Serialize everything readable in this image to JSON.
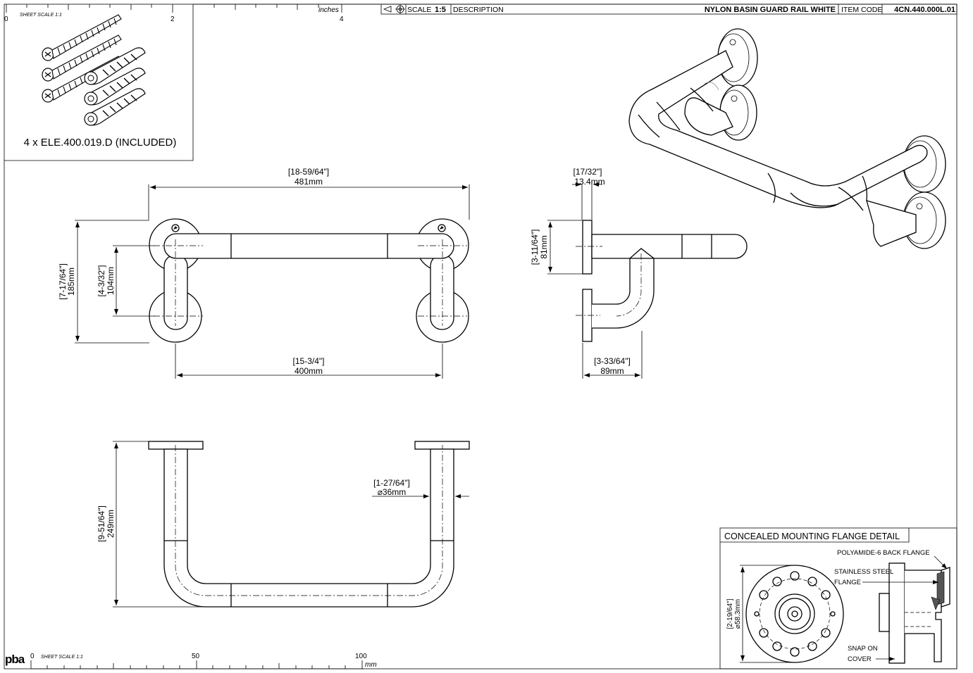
{
  "title_block": {
    "scale_label": "SCALE",
    "scale_value": "1:5",
    "description_label": "DESCRIPTION",
    "description": "NYLON BASIN GUARD RAIL WHITE",
    "item_code_label": "ITEM CODE",
    "item_code": "4CN.440.000L.01"
  },
  "top_ruler": {
    "label": "inches",
    "scale_label": "SHEET SCALE 1:1",
    "ticks": [
      "0",
      "2",
      "4"
    ]
  },
  "bottom_ruler": {
    "label": "mm",
    "scale_label": "SHEET SCALE 1:1",
    "ticks": [
      "0",
      "50",
      "100"
    ]
  },
  "logo_text": "pba",
  "fixings": {
    "caption": "4 x ELE.400.019.D (INCLUDED)"
  },
  "front_view": {
    "overall_width_in": "[18-59/64\"]",
    "overall_width_mm": "481mm",
    "centers_in": "[15-3/4\"]",
    "centers_mm": "400mm",
    "overall_height_in": "[7-17/64\"]",
    "overall_height_mm": "185mm",
    "rail_offset_in": "[4-3/32\"]",
    "rail_offset_mm": "104mm"
  },
  "side_view": {
    "flange_thk_in": "[17/32\"]",
    "flange_thk_mm": "13.4mm",
    "flange_height_in": "[3-11/64\"]",
    "flange_height_mm": "81mm",
    "projection_in": "[3-33/64\"]",
    "projection_mm": "89mm"
  },
  "plan_view": {
    "depth_in": "[9-51/64\"]",
    "depth_mm": "249mm",
    "tube_dia_in": "[1-27/64\"]",
    "tube_dia_mm": "⌀36mm"
  },
  "flange_detail": {
    "title": "CONCEALED MOUNTING FLANGE DETAIL",
    "back_flange": "POLYAMIDE-6 BACK FLANGE",
    "steel_flange_1": "STAINLESS STEEL",
    "steel_flange_2": "FLANGE",
    "cover_1": "SNAP ON",
    "cover_2": "COVER",
    "dia_in": "[2-19/64\"]",
    "dia_mm": "⌀58.3mm"
  }
}
